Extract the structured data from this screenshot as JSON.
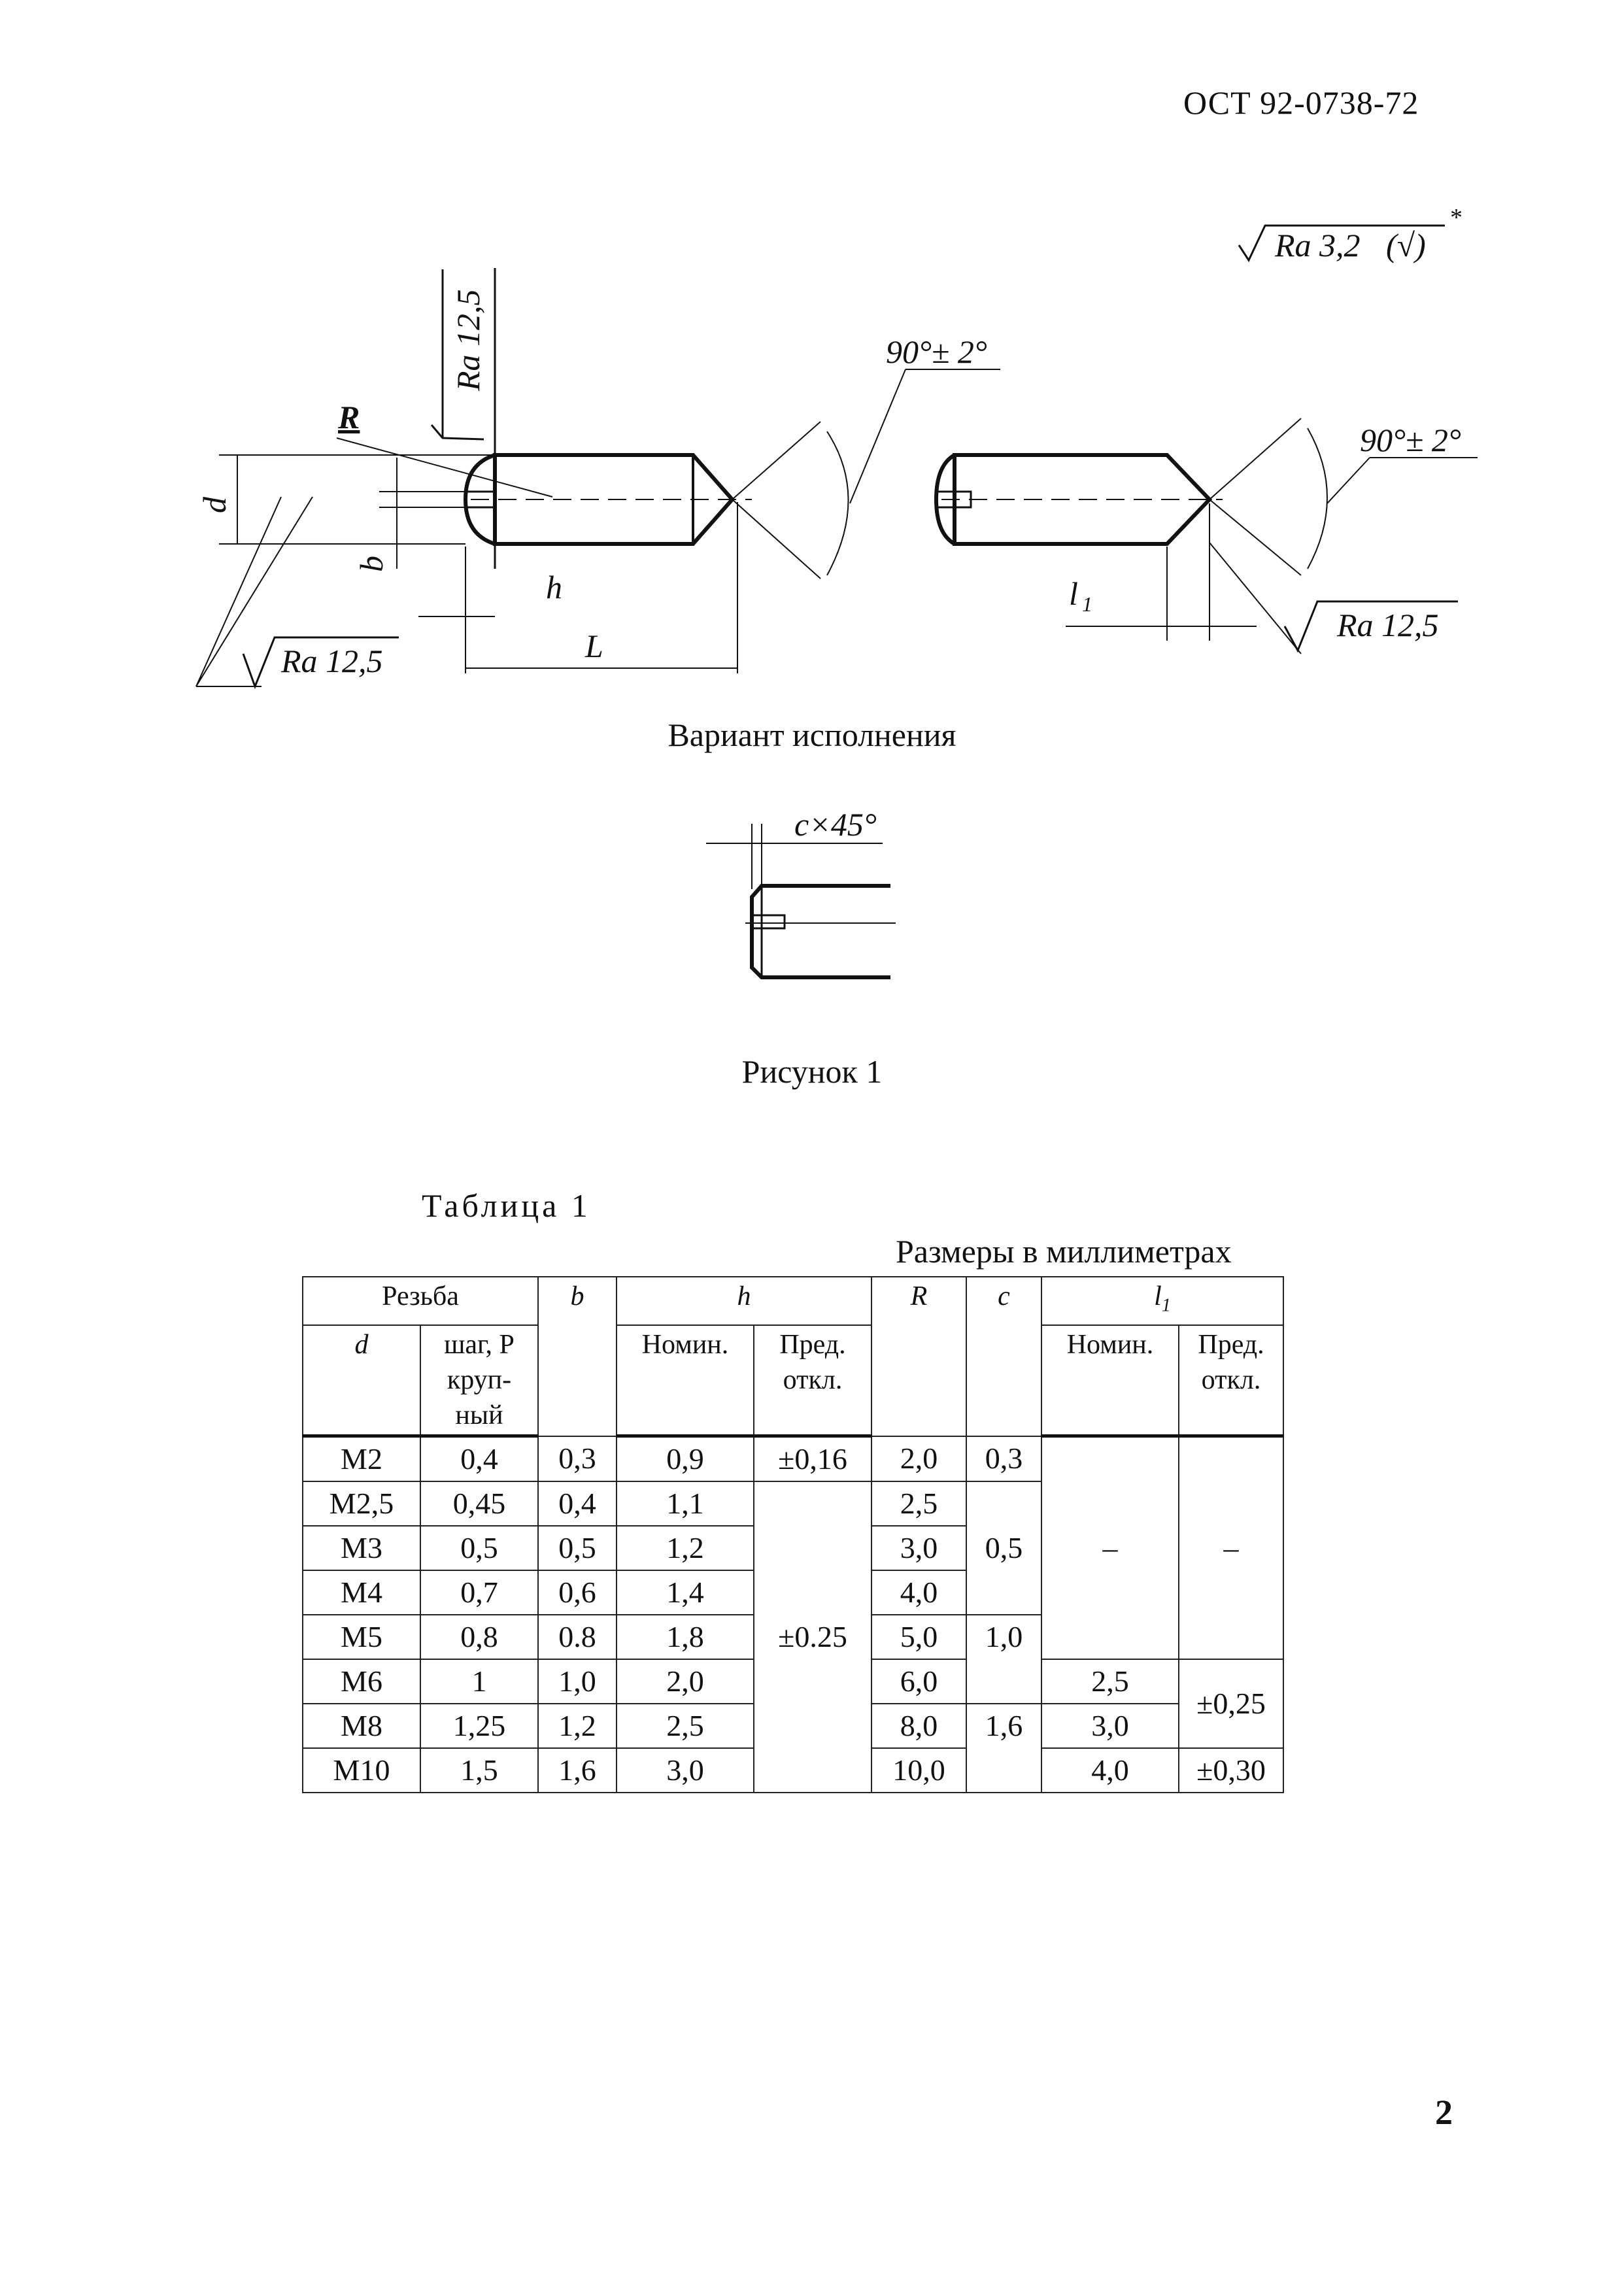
{
  "header": {
    "doc_code": "ОСТ 92-0738-72"
  },
  "figure": {
    "roughness_general": "Ra 3,2",
    "roughness_general_suffix": "(√)",
    "roughness_star": "*",
    "roughness_vertical": "Ra 12,5",
    "roughness_lower_left": "Ra 12,5",
    "roughness_right": "Ra 12,5",
    "angle_left": "90°± 2°",
    "angle_right": "90°± 2°",
    "dim_R": "R",
    "dim_d": "d",
    "dim_b": "b",
    "dim_h": "h",
    "dim_L": "L",
    "dim_l1": "l",
    "dim_l1_sub": "1",
    "variant_title": "Вариант исполнения",
    "chamfer_label": "c×45°",
    "figure_caption": "Рисунок 1"
  },
  "table": {
    "title": "Таблица 1",
    "units_note": "Размеры в миллиметрах",
    "headers": {
      "thread": "Резьба",
      "d": "d",
      "pitch": "шаг, P",
      "pitch_sub": "круп-ный",
      "b": "b",
      "h": "h",
      "h_nom": "Номин.",
      "h_tol": "Пред. откл.",
      "R": "R",
      "c": "c",
      "l1": "l",
      "l1_sub": "1",
      "l1_nom": "Номин.",
      "l1_tol": "Пред. откл."
    },
    "rows": [
      {
        "d": "М2",
        "p": "0,4",
        "b": "0,3",
        "h": "0,9",
        "R": "2,0"
      },
      {
        "d": "М2,5",
        "p": "0,45",
        "b": "0,4",
        "h": "1,1",
        "R": "2,5"
      },
      {
        "d": "М3",
        "p": "0,5",
        "b": "0,5",
        "h": "1,2",
        "R": "3,0"
      },
      {
        "d": "М4",
        "p": "0,7",
        "b": "0,6",
        "h": "1,4",
        "R": "4,0"
      },
      {
        "d": "М5",
        "p": "0,8",
        "b": "0.8",
        "h": "1,8",
        "R": "5,0"
      },
      {
        "d": "М6",
        "p": "1",
        "b": "1,0",
        "h": "2,0",
        "R": "6,0"
      },
      {
        "d": "М8",
        "p": "1,25",
        "b": "1,2",
        "h": "2,5",
        "R": "8,0"
      },
      {
        "d": "М10",
        "p": "1,5",
        "b": "1,6",
        "h": "3,0",
        "R": "10,0"
      }
    ],
    "h_tol_values": [
      "±0,16",
      "±0.25"
    ],
    "c_values": [
      "0,3",
      "0,5",
      "1,0",
      "1,6"
    ],
    "l1_nom_values": [
      "–",
      "2,5",
      "3,0",
      "4,0"
    ],
    "l1_tol_values": [
      "–",
      "±0,25",
      "±0,30"
    ]
  },
  "footer": {
    "page_number": "2"
  }
}
